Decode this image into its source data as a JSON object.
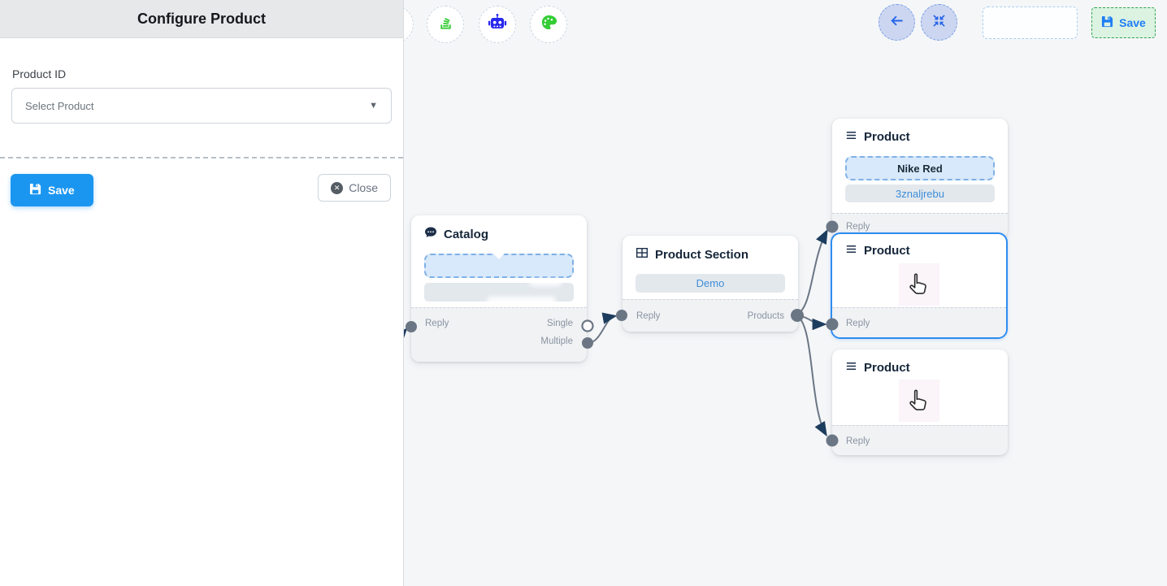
{
  "panel": {
    "title": "Configure Product",
    "field_label": "Product ID",
    "select_placeholder": "Select Product",
    "save_label": "Save",
    "close_label": "Close"
  },
  "topbar": {
    "save_label": "Save",
    "toolbar_icons": [
      "stack-icon",
      "robot-icon",
      "palette-icon"
    ],
    "right_icons": [
      "arrow-left-icon",
      "compress-icon"
    ]
  },
  "nodes": {
    "catalog": {
      "title": "Catalog",
      "ports": {
        "reply": "Reply",
        "single": "Single",
        "multiple": "Multiple"
      }
    },
    "product_section": {
      "title": "Product Section",
      "value": "Demo",
      "ports": {
        "reply": "Reply",
        "products": "Products"
      }
    },
    "product_top": {
      "title": "Product",
      "primary_value": "Nike Red",
      "secondary_value": "3znaljrebu",
      "ports": {
        "reply": "Reply"
      }
    },
    "product_middle": {
      "title": "Product",
      "selected": true,
      "ports": {
        "reply": "Reply"
      }
    },
    "product_bottom": {
      "title": "Product",
      "ports": {
        "reply": "Reply"
      }
    }
  },
  "colors": {
    "primary_blue": "#1b96f0",
    "selection_blue": "#2d8cf0",
    "edge_gray": "#6b7685",
    "arrow_navy": "#1d3d5e",
    "save_green_bg": "#dcf3e2",
    "save_green_border": "#2ea44f",
    "icon_green": "#35cc35",
    "icon_blue": "#2727ee",
    "link_blue": "#3e8ed9",
    "slot_blue_bg": "#d8e9fb",
    "slot_blue_border": "#7fb0e6"
  }
}
